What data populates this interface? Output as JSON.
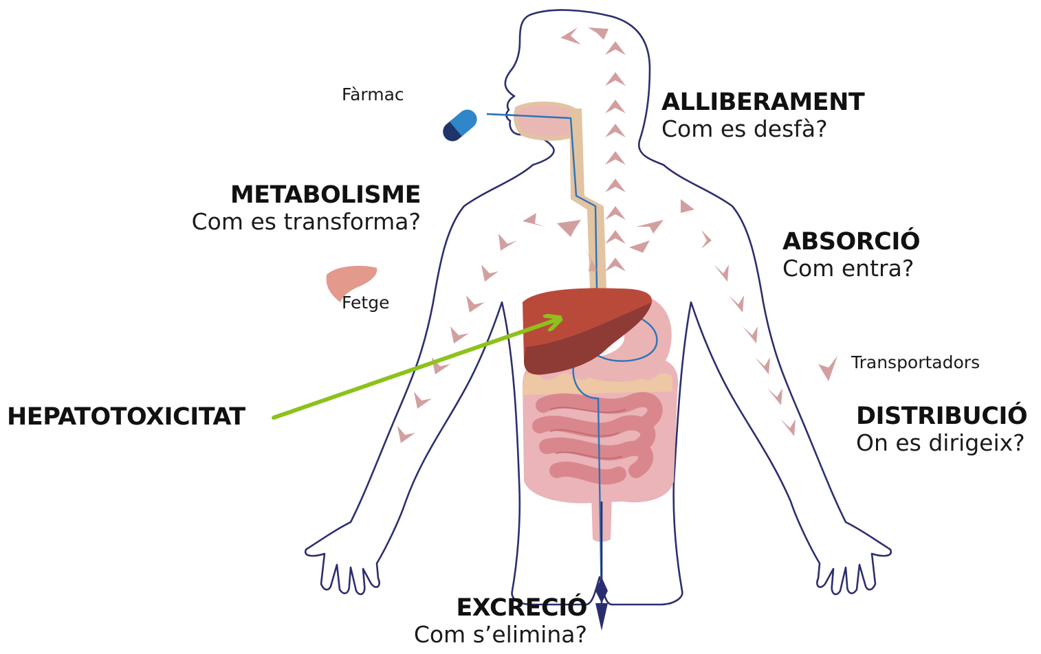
{
  "labels": {
    "drug": "Fàrmac",
    "liver": "Fetge",
    "transporters": "Transportadors",
    "hepatotoxicity": "HEPATOTOXICITAT"
  },
  "stages": {
    "release": {
      "title": "ALLIBERAMENT",
      "question": "Com es desfà?"
    },
    "metabolism": {
      "title": "METABOLISME",
      "question": "Com es transforma?"
    },
    "absorption": {
      "title": "ABSORCIÓ",
      "question": "Com entra?"
    },
    "distribution": {
      "title": "DISTRIBUCIÓ",
      "question": "On es dirigeix?"
    },
    "excretion": {
      "title": "EXCRECIÓ",
      "question": "Com s’elimina?"
    }
  },
  "colors": {
    "body_outline": "#2b2e6e",
    "flow_arrows": "#c98a8c",
    "liver": "#b94a3a",
    "liver_dark": "#8e3a35",
    "intestine": "#d9878d",
    "stomach": "#eab4b4",
    "esophagus": "#e2c3a2",
    "digestive_line": "#2b73b8",
    "hepatotoxicity_arrow": "#8cc21b",
    "pill_light": "#2f86c8",
    "pill_dark": "#1f3468"
  }
}
